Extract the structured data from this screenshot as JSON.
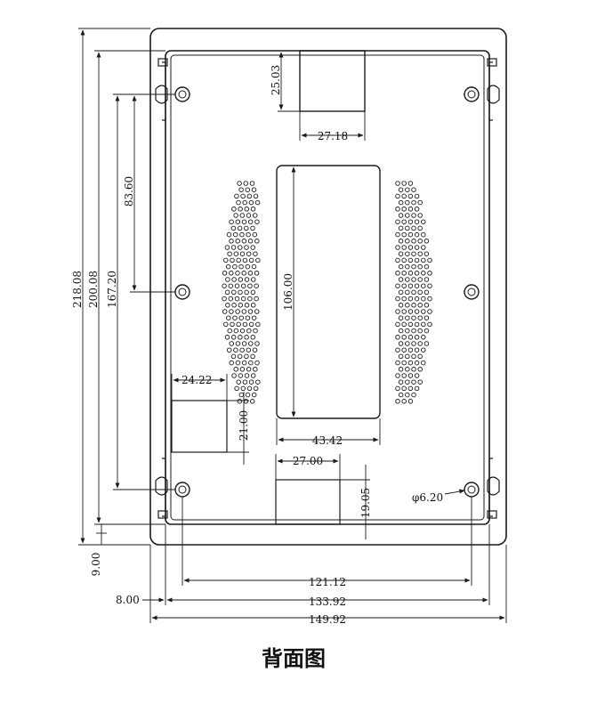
{
  "caption": "背面图",
  "dimensions": {
    "height_overall": "218.08",
    "height_inner": "200.08",
    "height_holes": "167.20",
    "hole_mid_offset": "83.60",
    "hole_edge_offset": "9.00",
    "width_overall": "149.92",
    "width_inner": "133.92",
    "width_holes": "121.12",
    "width_edge_offset": "8.00",
    "top_port_height": "25.03",
    "top_port_width": "27.18",
    "window_height": "106.00",
    "window_width": "43.42",
    "side_port_width": "24.22",
    "side_port_height": "21.00",
    "bottom_port_width": "27.00",
    "bottom_port_height": "19.05",
    "hole_diameter": "φ6.20"
  },
  "colors": {
    "line": "#1a1a1a",
    "background": "#ffffff"
  }
}
